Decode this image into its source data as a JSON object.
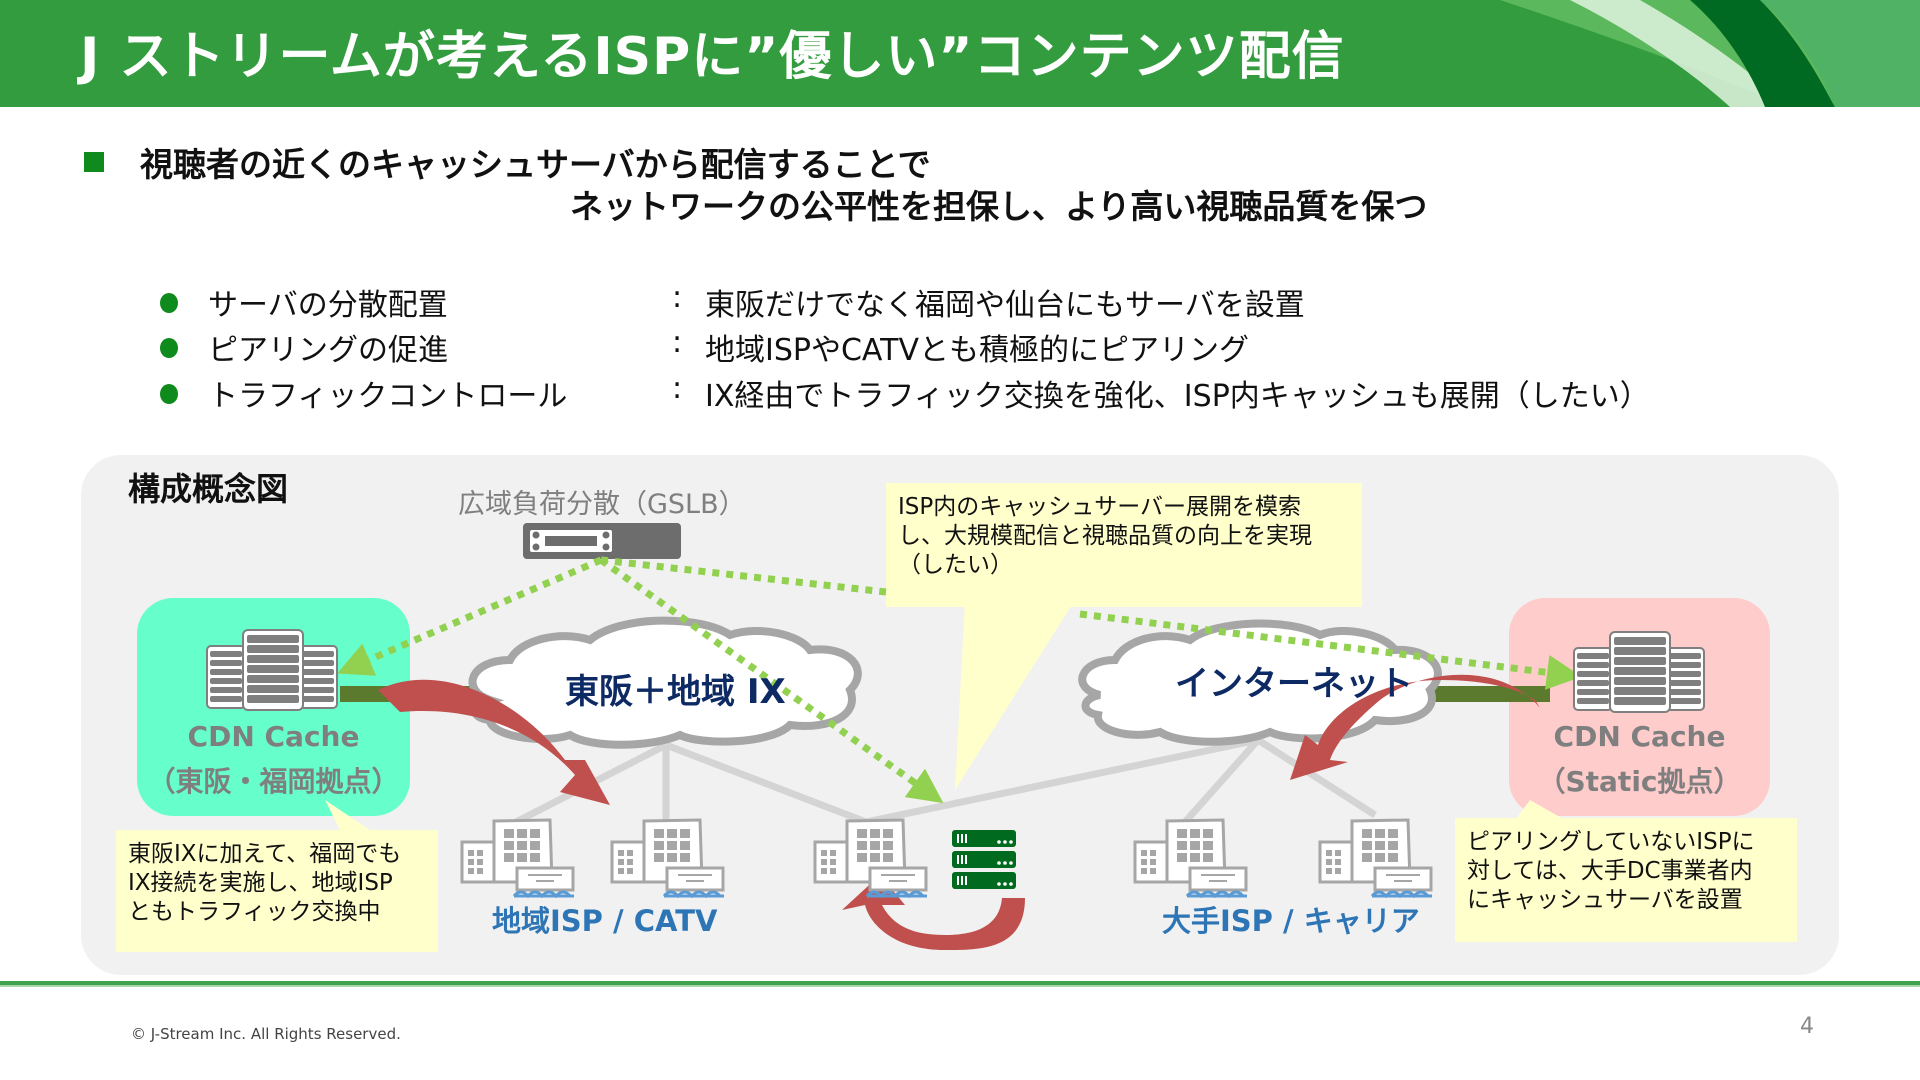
{
  "header": {
    "title": "J ストリームが考えるISPに”優しい”コンテンツ配信",
    "accent_color": "#339c3e"
  },
  "lead": {
    "line1": "視聴者の近くのキャッシュサーバから配信することで",
    "line2": "ネットワークの公平性を担保し、より高い視聴品質を保つ"
  },
  "bullets": [
    {
      "label": "サーバの分散配置",
      "separator": ":",
      "description": "東阪だけでなく福岡や仙台にもサーバを設置"
    },
    {
      "label": "ピアリングの促進",
      "separator": ":",
      "description": "地域ISPやCATVとも積極的にピアリング"
    },
    {
      "label": "トラフィックコントロール",
      "separator": ":",
      "description": "IX経由でトラフィック交換を強化、ISP内キャッシュも展開（したい）"
    }
  ],
  "diagram": {
    "title": "構成概念図",
    "gslb_label": "広域負荷分散（GSLB）",
    "note_top": [
      "ISP内のキャッシュサーバー展開を模索",
      "し、大規模配信と視聴品質の向上を実現",
      "（したい）"
    ],
    "cache_left": {
      "title": "CDN Cache",
      "subtitle": "（東阪・福岡拠点）"
    },
    "cache_right": {
      "title": "CDN Cache",
      "subtitle": "（Static拠点）"
    },
    "cloud_ix": "東阪＋地域 IX",
    "cloud_internet": "インターネット",
    "group_regional": "地域ISP / CATV",
    "group_major": "大手ISP / キャリア",
    "note_left": [
      "東阪IXに加えて、福岡でも",
      "IX接続を実施し、地域ISP",
      "ともトラフィック交換中"
    ],
    "note_right": [
      "ピアリングしていないISPに",
      "対しては、大手DC事業者内",
      "にキャッシュサーバを設置"
    ],
    "colors": {
      "dotted_line": "#92d050",
      "arrow": "#c0504d",
      "link": "#d0d0d0",
      "cloud_outline": "#a6a6a6",
      "isp_server": "#006b1e",
      "uplink": "#5b7a2e"
    }
  },
  "footer": {
    "copyright": "© J-Stream Inc. All Rights Reserved.",
    "page_number": "4"
  }
}
